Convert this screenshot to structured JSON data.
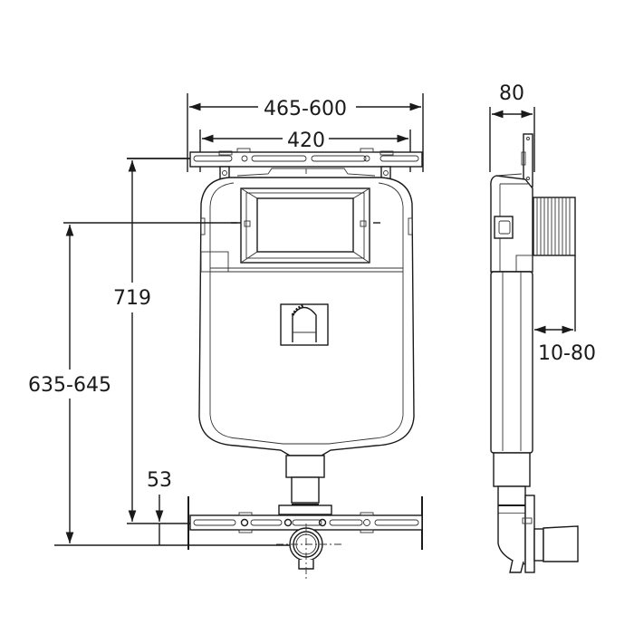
{
  "diagram": {
    "type": "technical-drawing",
    "subject": "concealed cistern frame - front and side elevations",
    "units": "mm",
    "views": [
      "front-view",
      "side-view"
    ],
    "dimensions": {
      "frame_width_range": "465-600",
      "bracket_width": "420",
      "total_height": "719",
      "flush_height_range": "635-645",
      "bottom_offset": "53",
      "depth": "80",
      "wall_gap_range": "10-80"
    },
    "colors": {
      "line": "#1a1a1a",
      "background": "#ffffff"
    }
  }
}
